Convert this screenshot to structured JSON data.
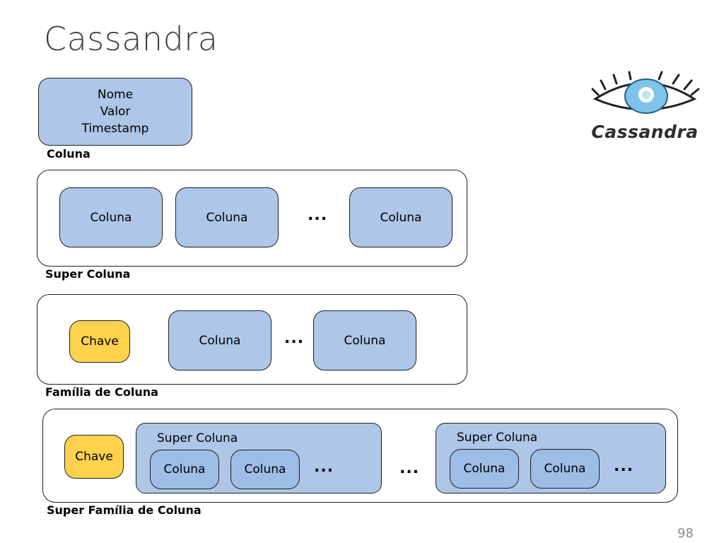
{
  "title": "Cassandra",
  "page_number": "98",
  "logo_text": "Cassandra",
  "column": {
    "lines": [
      "Nome",
      "Valor",
      "Timestamp"
    ],
    "caption": "Coluna"
  },
  "super_column": {
    "items": [
      "Coluna",
      "Coluna",
      "Coluna"
    ],
    "ellipsis": "...",
    "caption": "Super Coluna"
  },
  "column_family": {
    "key": "Chave",
    "items": [
      "Coluna",
      "Coluna"
    ],
    "ellipsis": "...",
    "caption": "Família de Coluna"
  },
  "super_column_family": {
    "key": "Chave",
    "groups": [
      {
        "title": "Super Coluna",
        "items": [
          "Coluna",
          "Coluna"
        ],
        "ellipsis": "..."
      },
      {
        "title": "Super Coluna",
        "items": [
          "Coluna",
          "Coluna"
        ],
        "ellipsis": "..."
      }
    ],
    "ellipsis": "...",
    "caption": "Super Família de Coluna"
  },
  "colors": {
    "column_blue": "#aec6e8",
    "key_yellow": "#ffd24d",
    "title_gray": "#404040",
    "logo_blue": "#7fc4e8"
  }
}
